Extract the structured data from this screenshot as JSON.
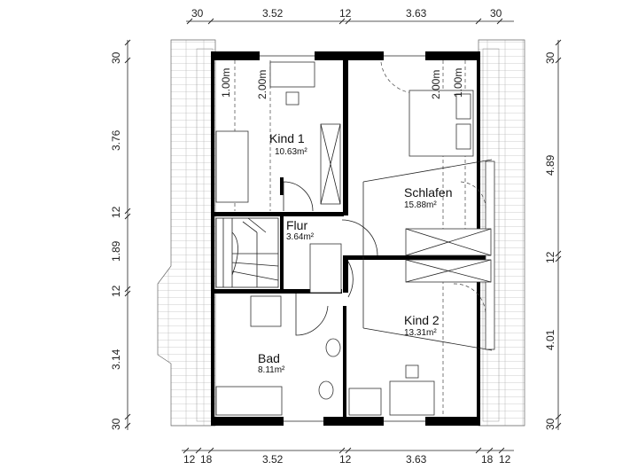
{
  "dimensions": {
    "top": [
      "30",
      "3.52",
      "12",
      "3.63",
      "30"
    ],
    "bottom": [
      "12",
      "18",
      "3.52",
      "12",
      "3.63",
      "18",
      "12"
    ],
    "left": [
      "30",
      "3.76",
      "12",
      "1.89",
      "12",
      "3.14",
      "30"
    ],
    "right": [
      "30",
      "4.89",
      "12",
      "4.01",
      "30"
    ]
  },
  "height_marks": {
    "kind1_a": "1.00m",
    "kind1_b": "2.00m",
    "schlafen_a": "2.00m",
    "schlafen_b": "1.00m"
  },
  "rooms": {
    "kind1": {
      "name": "Kind 1",
      "area": "10.63m²"
    },
    "flur": {
      "name": "Flur",
      "area": "3.64m²"
    },
    "schlafen": {
      "name": "Schlafen",
      "area": "15.88m²"
    },
    "kind2": {
      "name": "Kind 2",
      "area": "13.31m²"
    },
    "bad": {
      "name": "Bad",
      "area": "8.11m²"
    }
  }
}
